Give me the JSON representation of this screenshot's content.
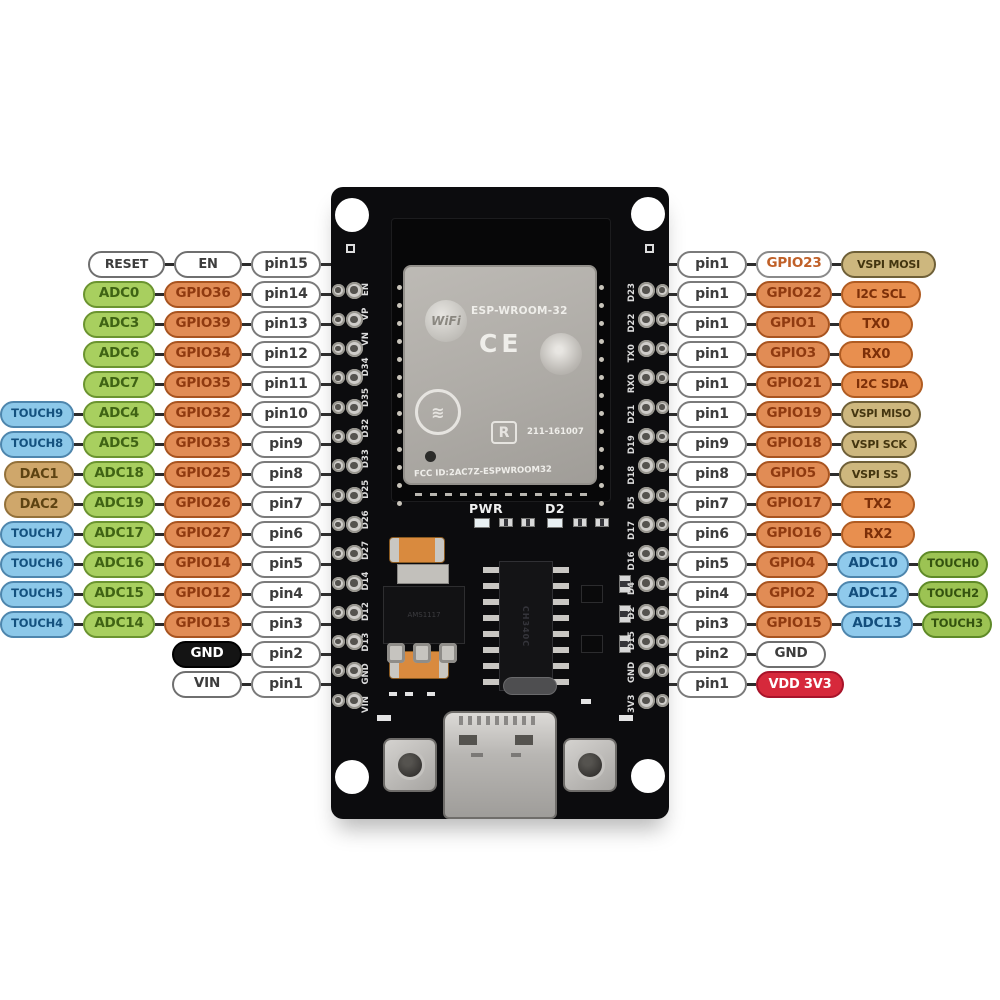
{
  "palette": {
    "white": {
      "bg": "#ffffff",
      "border": "#6f6f6f",
      "text": "#3d3d3d"
    },
    "pin": {
      "bg": "#ffffff",
      "border": "#7a7a7a",
      "text": "#3d3d3d"
    },
    "adc": {
      "bg": "#a8cf5f",
      "border": "#6b9430",
      "text": "#3f6314"
    },
    "gpio": {
      "bg": "#e18c55",
      "border": "#a85420",
      "text": "#8f3a10"
    },
    "gpiow": {
      "bg": "#ffffff",
      "border": "#8a8a8a",
      "text": "#c06028"
    },
    "touch": {
      "bg": "#8cc8e9",
      "border": "#4e86ad",
      "text": "#14517e"
    },
    "dac": {
      "bg": "#cfa76b",
      "border": "#93713a",
      "text": "#5d4312"
    },
    "func": {
      "bg": "#e88f4f",
      "border": "#b05c22",
      "text": "#7c2f08"
    },
    "vspi": {
      "bg": "#cdb77e",
      "border": "#6f6038",
      "text": "#43350f"
    },
    "adcb": {
      "bg": "#8fcaec",
      "border": "#4e86ad",
      "text": "#134e7c"
    },
    "touchg": {
      "bg": "#9cc353",
      "border": "#5f8a28",
      "text": "#33520e"
    },
    "black": {
      "bg": "#141414",
      "border": "#000000",
      "text": "#ffffff"
    },
    "red": {
      "bg": "#d6293b",
      "border": "#a8142a",
      "text": "#ffffff"
    },
    "line": "#2d2d2d",
    "pcb": "#0c0c0e"
  },
  "left_rows": [
    {
      "cells": [
        {
          "t": "RESET",
          "k": "white",
          "w": 77,
          "fs": 12.5
        },
        {
          "t": "EN",
          "k": "white",
          "w": 68,
          "fs": 13
        },
        {
          "t": "pin15",
          "k": "pin",
          "w": 70,
          "fs": 14
        }
      ]
    },
    {
      "cells": [
        {
          "t": "ADC0",
          "k": "adc",
          "w": 72,
          "fs": 13.5
        },
        {
          "t": "GPIO36",
          "k": "gpio",
          "w": 78,
          "fs": 13.5
        },
        {
          "t": "pin14",
          "k": "pin",
          "w": 70,
          "fs": 14
        }
      ]
    },
    {
      "cells": [
        {
          "t": "ADC3",
          "k": "adc",
          "w": 72,
          "fs": 13.5
        },
        {
          "t": "GPIO39",
          "k": "gpio",
          "w": 78,
          "fs": 13.5
        },
        {
          "t": "pin13",
          "k": "pin",
          "w": 70,
          "fs": 14
        }
      ]
    },
    {
      "cells": [
        {
          "t": "ADC6",
          "k": "adc",
          "w": 72,
          "fs": 13.5
        },
        {
          "t": "GPIO34",
          "k": "gpio",
          "w": 78,
          "fs": 13.5
        },
        {
          "t": "pin12",
          "k": "pin",
          "w": 70,
          "fs": 14
        }
      ]
    },
    {
      "cells": [
        {
          "t": "ADC7",
          "k": "adc",
          "w": 72,
          "fs": 13.5
        },
        {
          "t": "GPIO35",
          "k": "gpio",
          "w": 78,
          "fs": 13.5
        },
        {
          "t": "pin11",
          "k": "pin",
          "w": 70,
          "fs": 14
        }
      ]
    },
    {
      "cells": [
        {
          "t": "TOUCH9",
          "k": "touch",
          "w": 74,
          "fs": 11.5
        },
        {
          "t": "ADC4",
          "k": "adc",
          "w": 72,
          "fs": 13.5
        },
        {
          "t": "GPIO32",
          "k": "gpio",
          "w": 78,
          "fs": 13.5
        },
        {
          "t": "pin10",
          "k": "pin",
          "w": 70,
          "fs": 14
        }
      ]
    },
    {
      "cells": [
        {
          "t": "TOUCH8",
          "k": "touch",
          "w": 74,
          "fs": 11.5
        },
        {
          "t": "ADC5",
          "k": "adc",
          "w": 72,
          "fs": 13.5
        },
        {
          "t": "GPIO33",
          "k": "gpio",
          "w": 78,
          "fs": 13.5
        },
        {
          "t": "pin9",
          "k": "pin",
          "w": 70,
          "fs": 14
        }
      ]
    },
    {
      "cells": [
        {
          "t": "DAC1",
          "k": "dac",
          "w": 70,
          "fs": 13
        },
        {
          "t": "ADC18",
          "k": "adc",
          "w": 72,
          "fs": 13.5
        },
        {
          "t": "GPIO25",
          "k": "gpio",
          "w": 78,
          "fs": 13.5
        },
        {
          "t": "pin8",
          "k": "pin",
          "w": 70,
          "fs": 14
        }
      ]
    },
    {
      "cells": [
        {
          "t": "DAC2",
          "k": "dac",
          "w": 70,
          "fs": 13
        },
        {
          "t": "ADC19",
          "k": "adc",
          "w": 72,
          "fs": 13.5
        },
        {
          "t": "GPIO26",
          "k": "gpio",
          "w": 78,
          "fs": 13.5
        },
        {
          "t": "pin7",
          "k": "pin",
          "w": 70,
          "fs": 14
        }
      ]
    },
    {
      "cells": [
        {
          "t": "TOUCH7",
          "k": "touch",
          "w": 74,
          "fs": 11.5
        },
        {
          "t": "ADC17",
          "k": "adc",
          "w": 72,
          "fs": 13.5
        },
        {
          "t": "GPIO27",
          "k": "gpio",
          "w": 78,
          "fs": 13.5
        },
        {
          "t": "pin6",
          "k": "pin",
          "w": 70,
          "fs": 14
        }
      ]
    },
    {
      "cells": [
        {
          "t": "TOUCH6",
          "k": "touch",
          "w": 74,
          "fs": 11.5
        },
        {
          "t": "ADC16",
          "k": "adc",
          "w": 72,
          "fs": 13.5
        },
        {
          "t": "GPIO14",
          "k": "gpio",
          "w": 78,
          "fs": 13.5
        },
        {
          "t": "pin5",
          "k": "pin",
          "w": 70,
          "fs": 14
        }
      ]
    },
    {
      "cells": [
        {
          "t": "TOUCH5",
          "k": "touch",
          "w": 74,
          "fs": 11.5
        },
        {
          "t": "ADC15",
          "k": "adc",
          "w": 72,
          "fs": 13.5
        },
        {
          "t": "GPIO12",
          "k": "gpio",
          "w": 78,
          "fs": 13.5
        },
        {
          "t": "pin4",
          "k": "pin",
          "w": 70,
          "fs": 14
        }
      ]
    },
    {
      "cells": [
        {
          "t": "TOUCH4",
          "k": "touch",
          "w": 74,
          "fs": 11.5
        },
        {
          "t": "ADC14",
          "k": "adc",
          "w": 72,
          "fs": 13.5
        },
        {
          "t": "GPIO13",
          "k": "gpio",
          "w": 78,
          "fs": 13.5
        },
        {
          "t": "pin3",
          "k": "pin",
          "w": 70,
          "fs": 14
        }
      ]
    },
    {
      "cells": [
        {
          "t": "GND",
          "k": "black",
          "w": 70,
          "fs": 13.5
        },
        {
          "t": "pin2",
          "k": "pin",
          "w": 70,
          "fs": 14
        }
      ]
    },
    {
      "cells": [
        {
          "t": "VIN",
          "k": "white",
          "w": 70,
          "fs": 13.5
        },
        {
          "t": "pin1",
          "k": "pin",
          "w": 70,
          "fs": 14
        }
      ]
    }
  ],
  "right_rows": [
    {
      "cells": [
        {
          "t": "pin1",
          "k": "pin",
          "w": 70,
          "fs": 14
        },
        {
          "t": "GPIO23",
          "k": "gpiow",
          "w": 76,
          "fs": 13.5
        },
        {
          "t": "VSPI MOSI",
          "k": "vspi",
          "w": 95,
          "fs": 11
        }
      ]
    },
    {
      "cells": [
        {
          "t": "pin1",
          "k": "pin",
          "w": 70,
          "fs": 14
        },
        {
          "t": "GPIO22",
          "k": "gpio",
          "w": 76,
          "fs": 13.5
        },
        {
          "t": "I2C SCL",
          "k": "func",
          "w": 80,
          "fs": 12
        }
      ]
    },
    {
      "cells": [
        {
          "t": "pin1",
          "k": "pin",
          "w": 70,
          "fs": 14
        },
        {
          "t": "GPIO1",
          "k": "gpio",
          "w": 74,
          "fs": 13.5
        },
        {
          "t": "TX0",
          "k": "func",
          "w": 74,
          "fs": 13
        }
      ]
    },
    {
      "cells": [
        {
          "t": "pin1",
          "k": "pin",
          "w": 70,
          "fs": 14
        },
        {
          "t": "GPIO3",
          "k": "gpio",
          "w": 74,
          "fs": 13.5
        },
        {
          "t": "RX0",
          "k": "func",
          "w": 74,
          "fs": 13
        }
      ]
    },
    {
      "cells": [
        {
          "t": "pin1",
          "k": "pin",
          "w": 70,
          "fs": 14
        },
        {
          "t": "GPIO21",
          "k": "gpio",
          "w": 76,
          "fs": 13.5
        },
        {
          "t": "I2C SDA",
          "k": "func",
          "w": 82,
          "fs": 12
        }
      ]
    },
    {
      "cells": [
        {
          "t": "pin1",
          "k": "pin",
          "w": 70,
          "fs": 14
        },
        {
          "t": "GPIO19",
          "k": "gpio",
          "w": 76,
          "fs": 13.5
        },
        {
          "t": "VSPI MISO",
          "k": "vspi",
          "w": 80,
          "fs": 10.5
        }
      ]
    },
    {
      "cells": [
        {
          "t": "pin9",
          "k": "pin",
          "w": 70,
          "fs": 14
        },
        {
          "t": "GPIO18",
          "k": "gpio",
          "w": 76,
          "fs": 13.5
        },
        {
          "t": "VSPI SCK",
          "k": "vspi",
          "w": 76,
          "fs": 11
        }
      ]
    },
    {
      "cells": [
        {
          "t": "pin8",
          "k": "pin",
          "w": 70,
          "fs": 14
        },
        {
          "t": "GPIO5",
          "k": "gpio",
          "w": 74,
          "fs": 13.5
        },
        {
          "t": "VSPI SS",
          "k": "vspi",
          "w": 72,
          "fs": 11
        }
      ]
    },
    {
      "cells": [
        {
          "t": "pin7",
          "k": "pin",
          "w": 70,
          "fs": 14
        },
        {
          "t": "GPIO17",
          "k": "gpio",
          "w": 76,
          "fs": 13.5
        },
        {
          "t": "TX2",
          "k": "func",
          "w": 74,
          "fs": 13
        }
      ]
    },
    {
      "cells": [
        {
          "t": "pin6",
          "k": "pin",
          "w": 70,
          "fs": 14
        },
        {
          "t": "GPIO16",
          "k": "gpio",
          "w": 76,
          "fs": 13.5
        },
        {
          "t": "RX2",
          "k": "func",
          "w": 74,
          "fs": 13
        }
      ]
    },
    {
      "cells": [
        {
          "t": "pin5",
          "k": "pin",
          "w": 70,
          "fs": 14
        },
        {
          "t": "GPIO4",
          "k": "gpio",
          "w": 72,
          "fs": 13.5
        },
        {
          "t": "ADC10",
          "k": "adcb",
          "w": 72,
          "fs": 13.5
        },
        {
          "t": "TOUCH0",
          "k": "touchg",
          "w": 70,
          "fs": 11.5
        }
      ]
    },
    {
      "cells": [
        {
          "t": "pin4",
          "k": "pin",
          "w": 70,
          "fs": 14
        },
        {
          "t": "GPIO2",
          "k": "gpio",
          "w": 72,
          "fs": 13.5
        },
        {
          "t": "ADC12",
          "k": "adcb",
          "w": 72,
          "fs": 13.5
        },
        {
          "t": "TOUCH2",
          "k": "touchg",
          "w": 70,
          "fs": 11.5
        }
      ]
    },
    {
      "cells": [
        {
          "t": "pin3",
          "k": "pin",
          "w": 70,
          "fs": 14
        },
        {
          "t": "GPIO15",
          "k": "gpio",
          "w": 76,
          "fs": 13.5
        },
        {
          "t": "ADC13",
          "k": "adcb",
          "w": 72,
          "fs": 13.5
        },
        {
          "t": "TOUCH3",
          "k": "touchg",
          "w": 70,
          "fs": 11.5
        }
      ]
    },
    {
      "cells": [
        {
          "t": "pin2",
          "k": "pin",
          "w": 70,
          "fs": 14
        },
        {
          "t": "GND",
          "k": "white",
          "w": 70,
          "fs": 13.5
        }
      ]
    },
    {
      "cells": [
        {
          "t": "pin1",
          "k": "pin",
          "w": 70,
          "fs": 14
        },
        {
          "t": "VDD 3V3",
          "k": "red",
          "w": 88,
          "fs": 13
        }
      ]
    }
  ],
  "board": {
    "module": {
      "wifi_logo": "WiFi",
      "name": "ESP-WROOM-32",
      "ce_mark": "CE",
      "giteki_wave": "≋",
      "r_mark": "R",
      "cert_number": "211-161007",
      "fcc_id": "FCC ID:2AC7Z-ESPWROOM32"
    },
    "pwr_label": "PWR",
    "d2_label": "D2",
    "uart_chip_label": "CH340C",
    "regulator_label": "AMS1117",
    "left_edge_labels": [
      "VIN",
      "GND",
      "D13",
      "D12",
      "D14",
      "D27",
      "D26",
      "D25",
      "D33",
      "D32",
      "D35",
      "D34",
      "VN",
      "VP",
      "EN"
    ],
    "right_edge_labels": [
      "3V3",
      "GND",
      "D15",
      "D2",
      "D4",
      "D16",
      "D17",
      "D5",
      "D18",
      "D19",
      "D21",
      "RX0",
      "TX0",
      "D22",
      "D23"
    ]
  }
}
